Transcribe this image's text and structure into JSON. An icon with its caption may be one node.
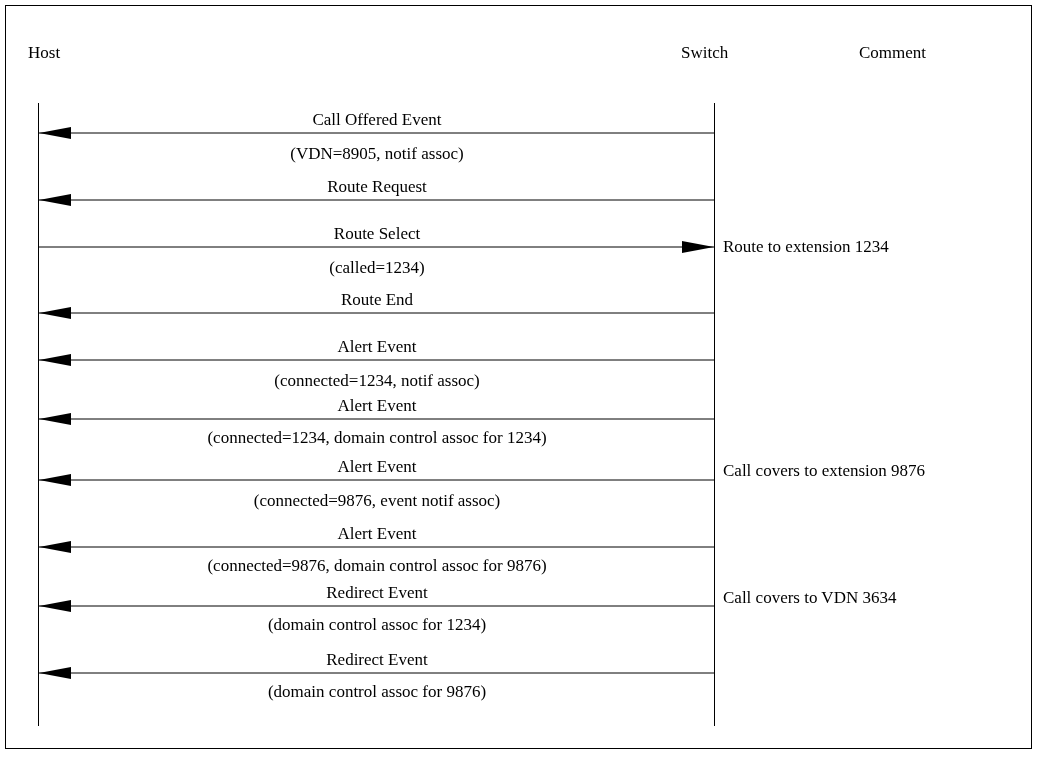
{
  "diagram": {
    "nodes": [
      {
        "text": [
          "Host"
        ]
      },
      {
        "text": [
          "Switch"
        ]
      },
      {
        "text": [],
        "shape": "bar"
      },
      {
        "text": [],
        "shape": "bar"
      }
    ],
    "edges": [
      {
        "from": 3,
        "to": 2,
        "arrow": "to",
        "label": "Call Offered Event"
      },
      {
        "from": 3,
        "to": 2,
        "arrow": "to",
        "label": "Route Request"
      },
      {
        "from": 2,
        "to": 3,
        "arrow": "to",
        "label": "Route Select"
      },
      {
        "from": 3,
        "to": 2,
        "arrow": "to",
        "label": "Route End"
      },
      {
        "from": 3,
        "to": 2,
        "arrow": "to",
        "label": "Alert Event"
      },
      {
        "from": 3,
        "to": 2,
        "arrow": "to",
        "label": "Alert Event"
      },
      {
        "from": 3,
        "to": 2,
        "arrow": "to",
        "label": "Alert Event"
      },
      {
        "from": 3,
        "to": 2,
        "arrow": "to",
        "label": "Alert Event"
      },
      {
        "from": 3,
        "to": 2,
        "arrow": "to",
        "label": "Redirect Event"
      },
      {
        "from": 3,
        "to": 2,
        "arrow": "to",
        "label": "Redirect Event"
      }
    ],
    "labels": [
      "Comment",
      "(VDN=8905, notif assoc)",
      "Route to extension 1234",
      "(called=1234)",
      "(connected=1234, notif assoc)",
      "(connected=1234, domain control assoc for 1234)",
      "Call covers to extension 9876",
      "(connected=9876, event notif assoc)",
      "(connected=9876, domain control assoc for 9876)",
      "Call covers to VDN 3634",
      "(domain control assoc for 1234)",
      "(domain control assoc for 9876)"
    ]
  }
}
